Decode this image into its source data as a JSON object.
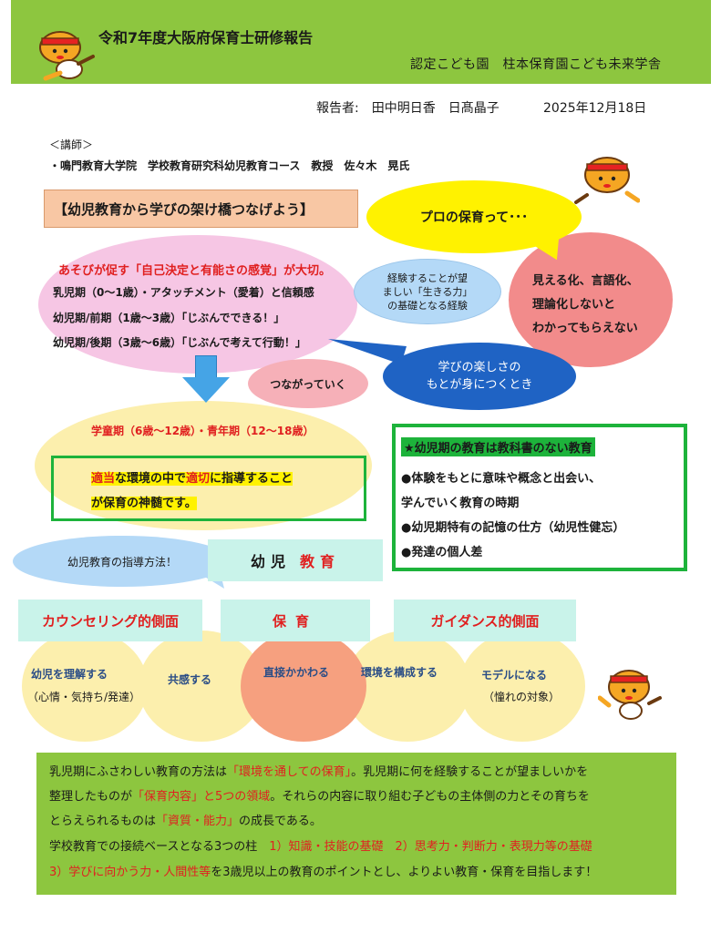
{
  "header": {
    "title": "令和7年度大阪府保育士研修報告",
    "subtitle": "認定こども園　柱本保育園こども未来学舎"
  },
  "reporter": {
    "label": "報告者:　田中明日香　日髙晶子",
    "date": "2025年12月18日"
  },
  "lecturer": {
    "heading": "＜講師＞",
    "line": "・鳴門教育大学院　学校教育研究科幼児教育コース　教授　佐々木　晃氏"
  },
  "main_heading": "【幼児教育から学びの架け橋つなげよう】",
  "pink": {
    "line1": "あそびが促す「自己決定と有能さの感覚」が大切。",
    "line2": "乳児期（0～1歳）・アタッチメント（愛着）と信頼感",
    "line3": "幼児期/前期（1歳～3歳）「じぶんでできる！」",
    "line4": "幼児期/後期（3歳～6歳）「じぶんで考えて行動！」"
  },
  "pro_bubble": "プロの保育って･･･",
  "red_bubble": [
    "見える化、言語化、",
    "理論化しないと",
    "わかってもらえない"
  ],
  "lightblue_bubble": [
    "経験することが望",
    "ましい「生きる力」",
    "の基礎となる経験"
  ],
  "darkblue_bubble": [
    "学びの楽しさの",
    "もとが身につくとき"
  ],
  "tsunagatte": "つながっていく",
  "gakudou": "学童期（6歳～12歳）・青年期（12～18歳）",
  "green_box": {
    "w1": "適当",
    "t1": "な環境の中で",
    "w2": "適切",
    "t2": "に指導すること",
    "line2": "が保育の神髄です。"
  },
  "right_box": {
    "title": "★幼児期の教育は教科書のない教育",
    "items": [
      "●体験をもとに意味や概念と出会い、",
      "学んでいく教育の時期",
      "●幼児期特有の記憶の仕方（幼児性健忘）",
      "●発達の個人差"
    ]
  },
  "shidou": "幼児教育の指導方法！",
  "youji_kyouiku": {
    "a": "幼児",
    "b": "教育"
  },
  "categories": [
    "カウンセリング的側面",
    "保育",
    "ガイダンス的側面"
  ],
  "circles": [
    {
      "l1": "幼児を理解する",
      "l2": "（心情・気持ち/発達）"
    },
    {
      "l1": "共感する",
      "l2": ""
    },
    {
      "l1": "直接かかわる",
      "l2": ""
    },
    {
      "l1": "環境を構成する",
      "l2": ""
    },
    {
      "l1": "モデルになる",
      "l2": "（憧れの対象）"
    }
  ],
  "bottom": {
    "r1a": "乳児期にふさわしい教育の方法は",
    "r1b": "「環境を通しての保育」",
    "r1c": "。乳児期に何を経験することが望ましいかを",
    "r2a": "整理したものが",
    "r2b": "「保育内容」と5つの領域",
    "r2c": "。それらの内容に取り組む子どもの主体側の力とその育ちを",
    "r3a": "とらえられるものは",
    "r3b": "「資質・能力」",
    "r3c": "の成長である。",
    "r4a": "学校教育での接続ベースとなる3つの柱　",
    "r4b": "1）知識・技能の基礎　2）思考力・判断力・表現力等の基礎",
    "r5a": "3）学びに向かう力・人間性等",
    "r5b": "を3歳児以上の教育のポイントとし、よりよい教育・保育を目指します！"
  },
  "colors": {
    "header_green": "#8dc63f",
    "accent_red": "#e02020",
    "box_green": "#1db33b",
    "dark_blue": "#1f63c4"
  }
}
